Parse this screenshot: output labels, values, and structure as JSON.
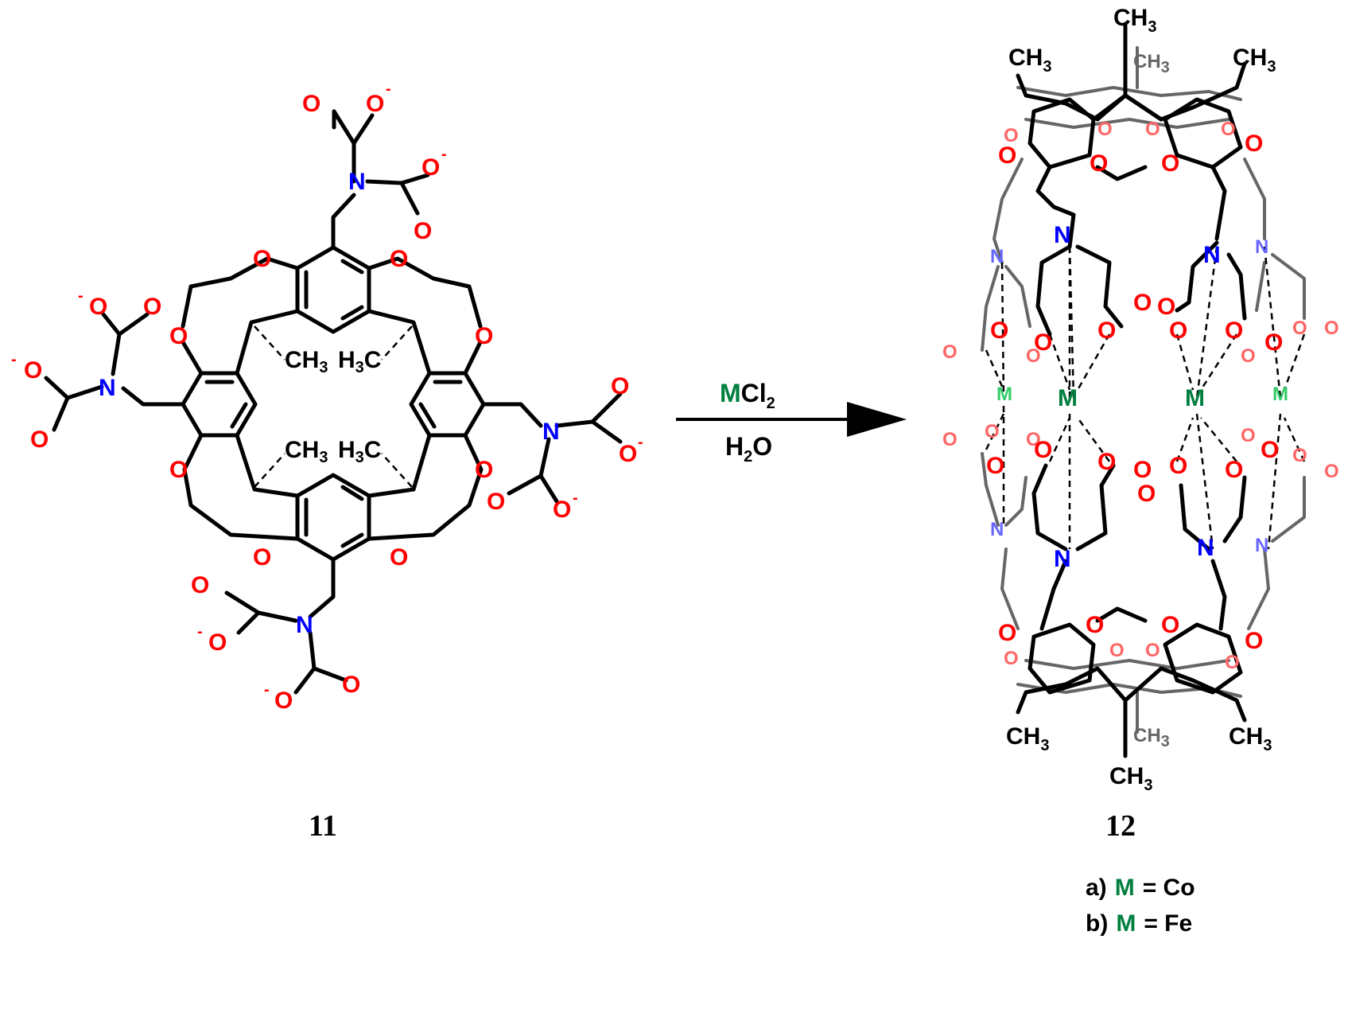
{
  "compound_left": {
    "label": "11"
  },
  "compound_right": {
    "label": "12"
  },
  "reaction": {
    "reagent_metal": "M",
    "reagent_rest": "Cl",
    "reagent_sub": "2",
    "solvent_h": "H",
    "solvent_sub": "2",
    "solvent_o": "O"
  },
  "legend": {
    "a_prefix": "a)",
    "a_metal": "M",
    "a_rest": "= Co",
    "b_prefix": "b)",
    "b_metal": "M",
    "b_rest": "= Fe"
  },
  "atoms": {
    "oxygen": "O",
    "nitrogen": "N",
    "metal": "M",
    "methyl_c": "CH",
    "methyl_sub": "3",
    "methyl_h": "H",
    "methyl_c_suffix": "C",
    "charge": "-"
  },
  "colors": {
    "oxygen": "#ff0000",
    "nitrogen": "#0000ff",
    "metal": "#007f3f",
    "bond": "#000000"
  }
}
